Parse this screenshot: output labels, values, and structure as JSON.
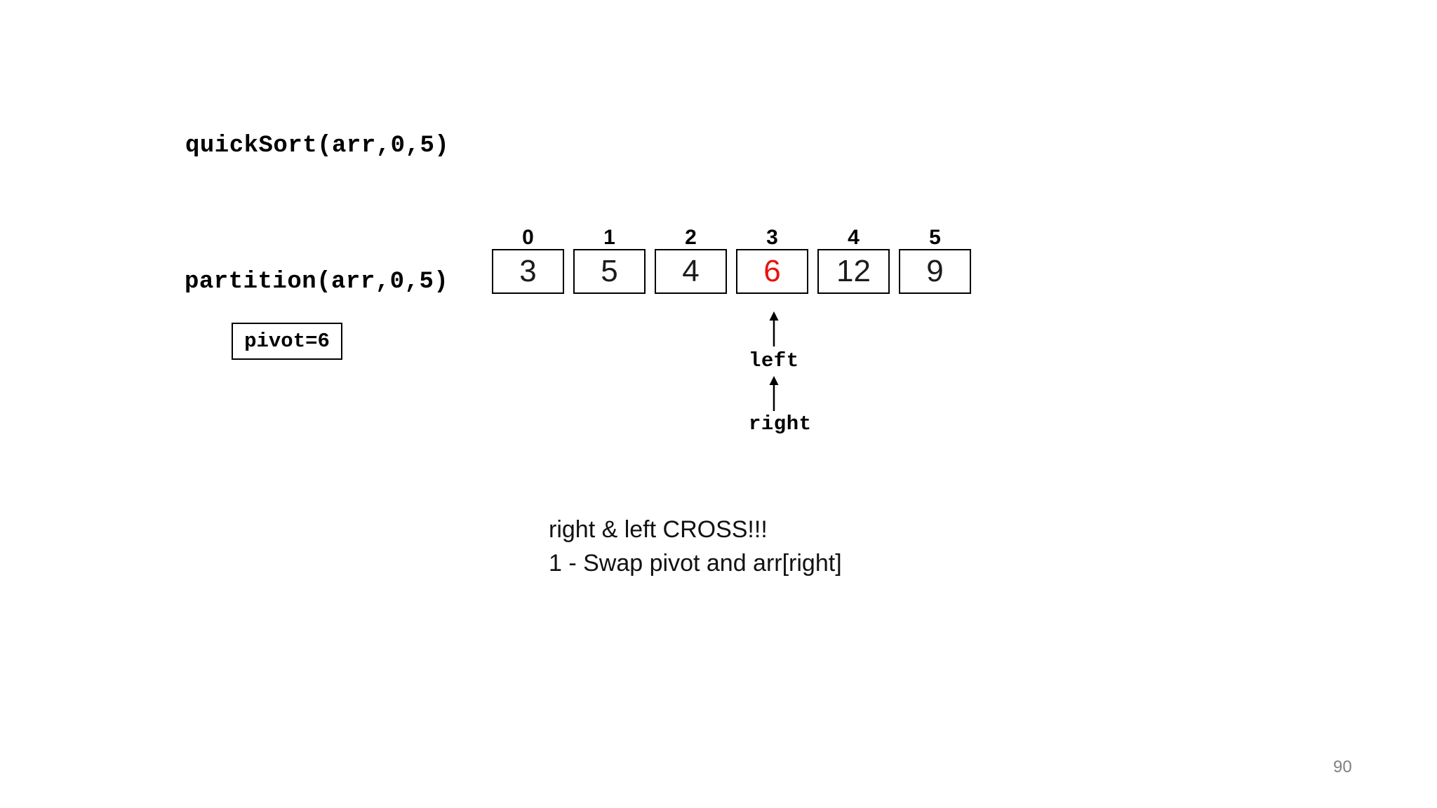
{
  "header": {
    "quicksort_call": "quickSort(arr,0,5)",
    "partition_call": "partition(arr,0,5)"
  },
  "pivot": {
    "label": "pivot=6"
  },
  "array": {
    "indices": [
      "0",
      "1",
      "2",
      "3",
      "4",
      "5"
    ],
    "values": [
      "3",
      "5",
      "4",
      "6",
      "12",
      "9"
    ],
    "highlight_index": 3,
    "highlight_value": "6"
  },
  "pointers": {
    "left_label": "left",
    "right_label": "right",
    "pointing_at_index": 3
  },
  "notes": {
    "line1": "right & left CROSS!!!",
    "line2": "1 - Swap pivot and arr[right]"
  },
  "footer": {
    "page_number": "90"
  },
  "colors": {
    "background": "#ffffff",
    "text": "#000000",
    "highlight_red": "#e8130c",
    "page_number_gray": "#808080"
  }
}
